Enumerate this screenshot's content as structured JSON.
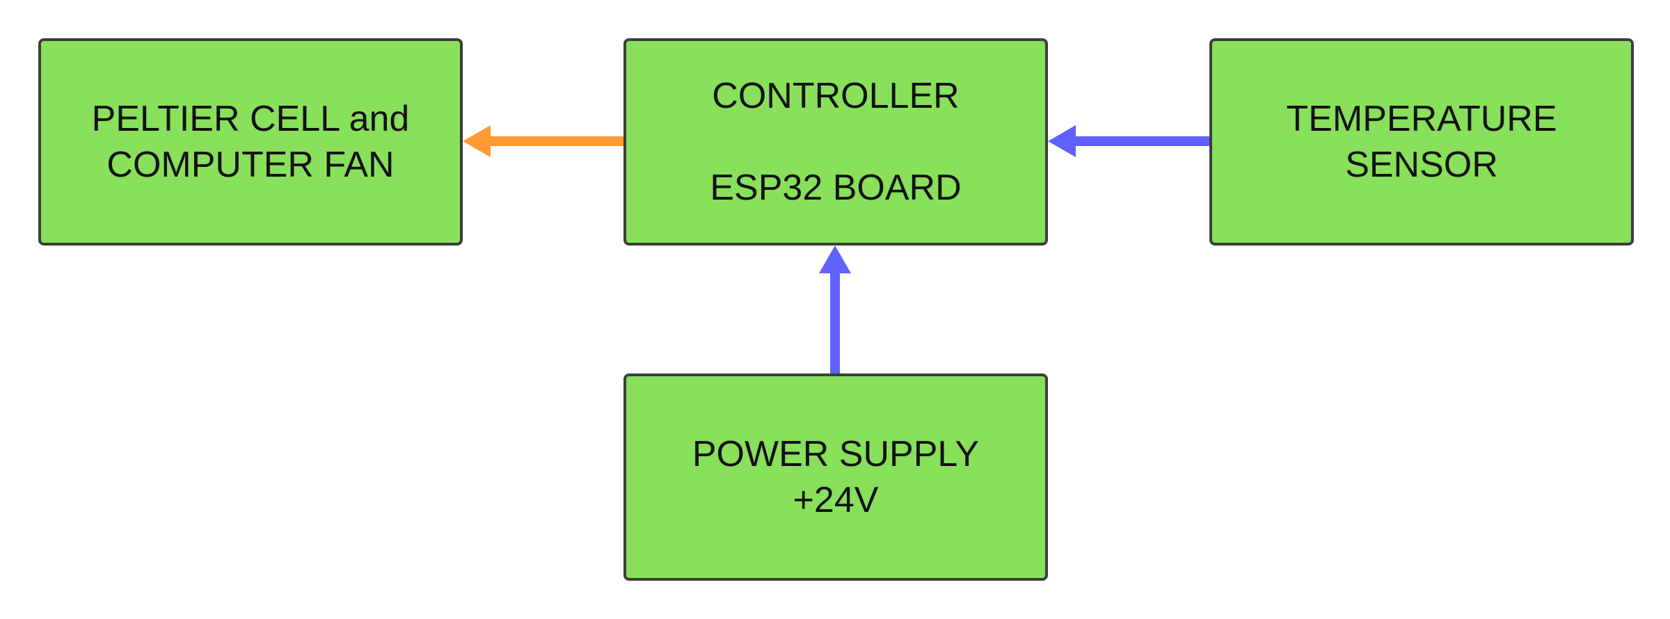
{
  "blocks": {
    "actuator": {
      "line1": "PELTIER CELL and",
      "line2": "COMPUTER FAN"
    },
    "controller": {
      "line1": "CONTROLLER",
      "line2": "ESP32 BOARD"
    },
    "sensor": {
      "line1": "TEMPERATURE",
      "line2": "SENSOR"
    },
    "power": {
      "line1": "POWER SUPPLY",
      "line2": "+24V"
    }
  },
  "colors": {
    "block_fill": "#88e05b",
    "block_border": "#3a3f3a",
    "arrow_output": "#ff9933",
    "arrow_input": "#6060ff"
  },
  "connections": [
    {
      "from": "controller",
      "to": "actuator",
      "color": "arrow_output"
    },
    {
      "from": "sensor",
      "to": "controller",
      "color": "arrow_input"
    },
    {
      "from": "power",
      "to": "controller",
      "color": "arrow_input"
    }
  ]
}
